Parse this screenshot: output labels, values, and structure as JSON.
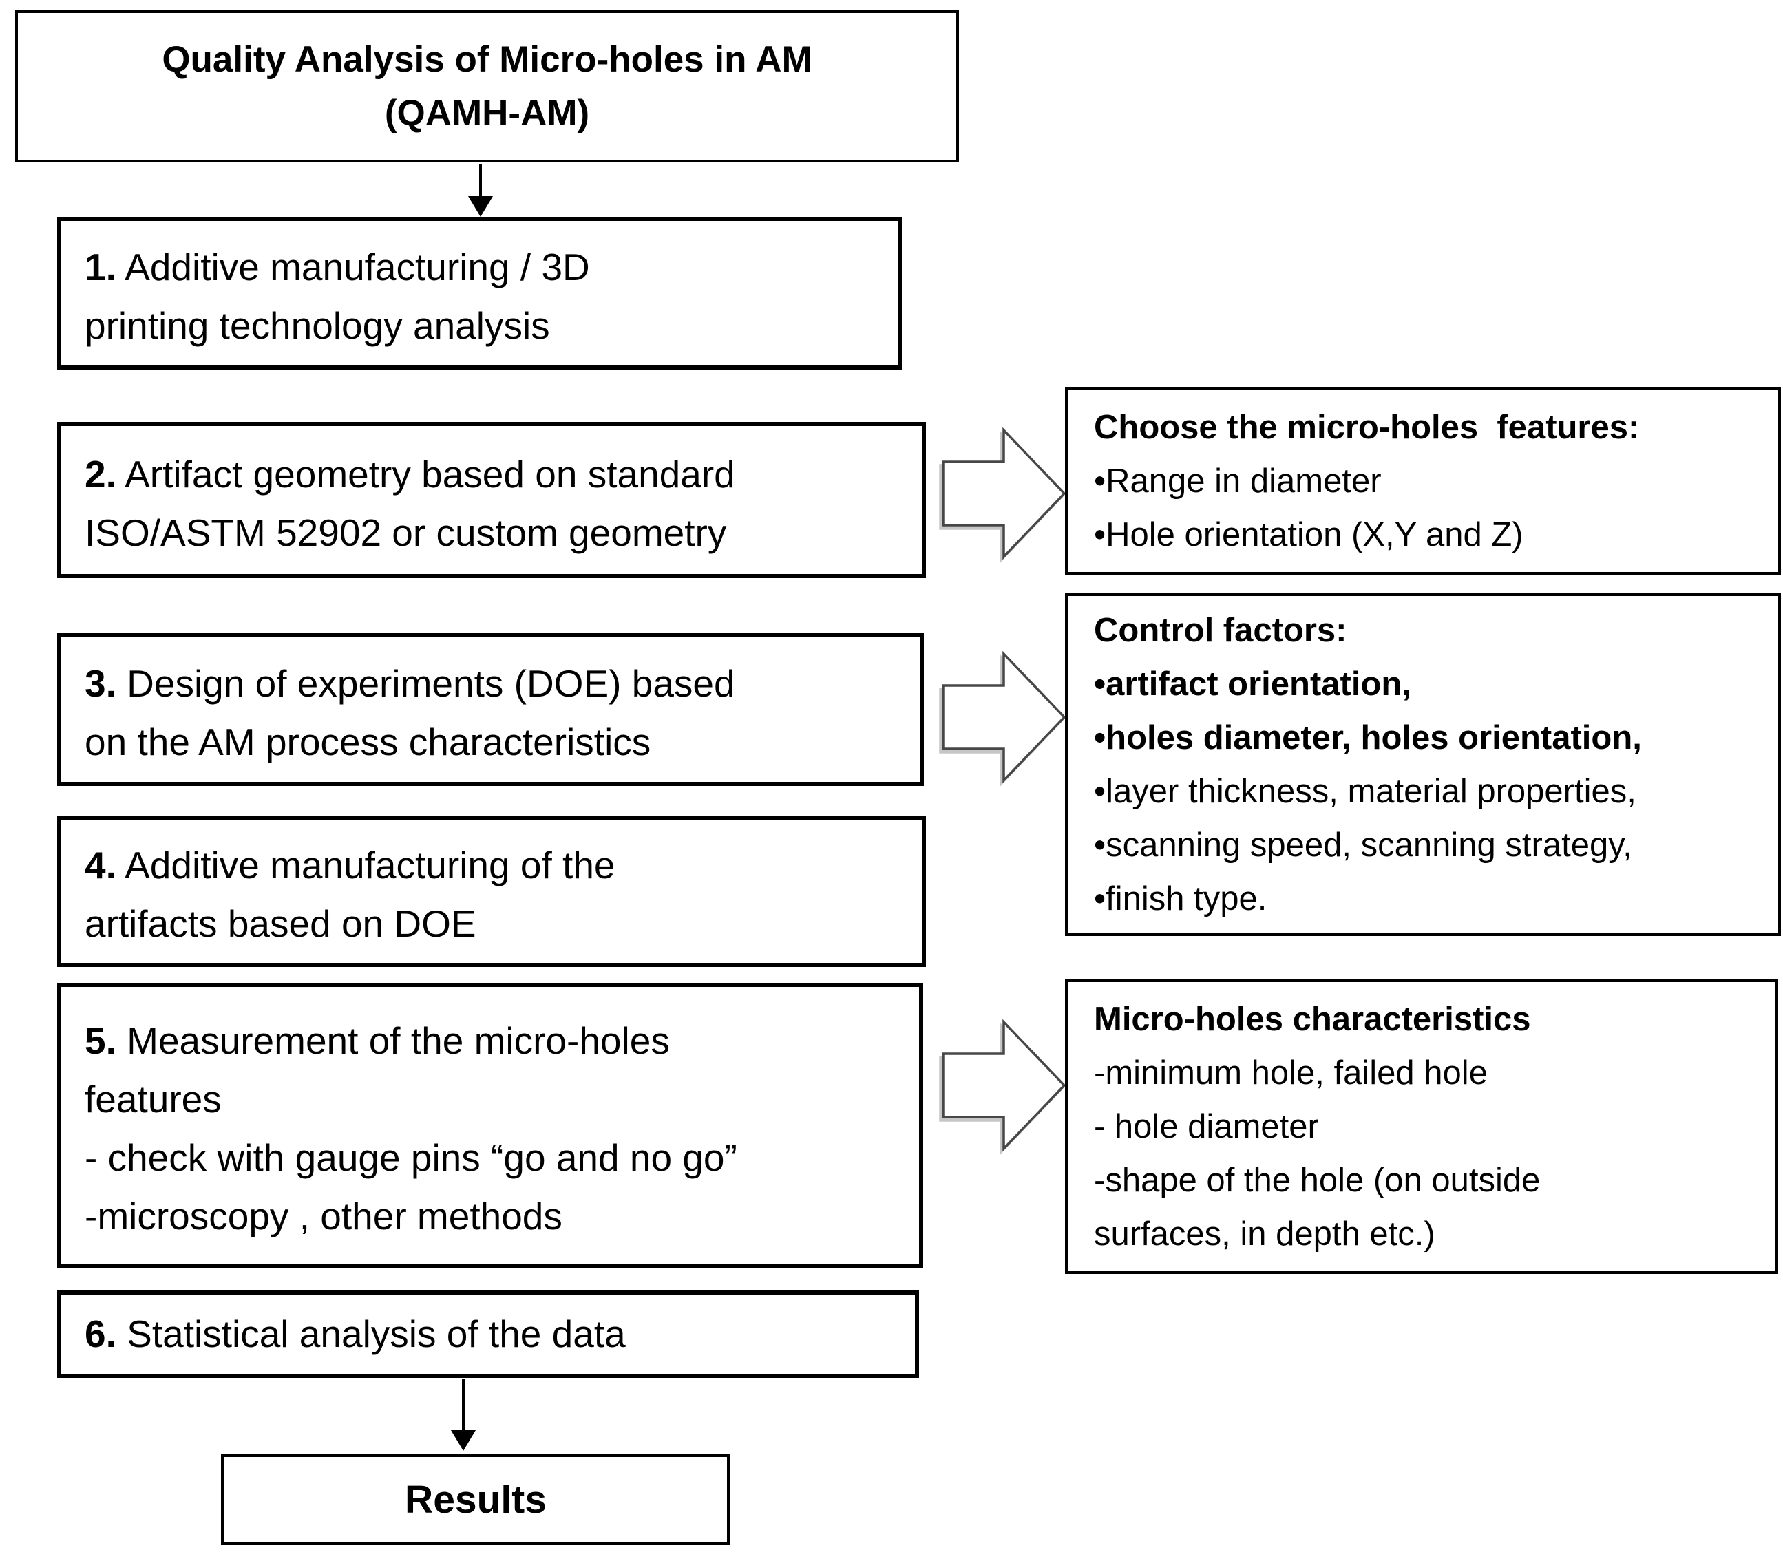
{
  "title": {
    "line1": "Quality Analysis of Micro-holes in AM",
    "line2": "(QAMH-AM)"
  },
  "steps": [
    {
      "num": "1.",
      "line1": "Additive manufacturing / 3D",
      "line2": "printing technology analysis"
    },
    {
      "num": "2.",
      "line1": "Artifact geometry based on standard",
      "line2": "ISO/ASTM 52902 or custom geometry"
    },
    {
      "num": "3.",
      "line1": "Design of experiments (DOE) based",
      "line2": "on the AM process characteristics"
    },
    {
      "num": "4.",
      "line1": "Additive manufacturing of the",
      "line2": "artifacts based on DOE"
    },
    {
      "num": "5.",
      "line1": "Measurement of the micro-holes",
      "line2": "features",
      "line3": "- check with gauge pins “go and no go”",
      "line4": "-microscopy , other methods"
    },
    {
      "num": "6.",
      "line1": "Statistical analysis of the data"
    }
  ],
  "side_boxes": {
    "features": {
      "heading": "Choose the micro-holes  features:",
      "item1": "•Range in diameter",
      "item2": "•Hole orientation (X,Y and Z)"
    },
    "control": {
      "heading": "Control factors:",
      "bold1": "•artifact orientation,",
      "bold2": "•holes diameter, holes orientation,",
      "item1": "•layer thickness, material properties,",
      "item2": "•scanning speed, scanning strategy,",
      "item3": "•finish type."
    },
    "characteristics": {
      "heading": "Micro-holes characteristics",
      "item1": "-minimum hole, failed hole",
      "item2": "- hole diameter",
      "item3": "-shape of the hole (on outside",
      "item4": "surfaces, in depth etc.)"
    }
  },
  "result": {
    "label": "Results"
  },
  "colors": {
    "box_border": "#000000",
    "block_arrow_outline": "#474747",
    "block_arrow_fill": "#ffffff",
    "background": "#ffffff"
  }
}
